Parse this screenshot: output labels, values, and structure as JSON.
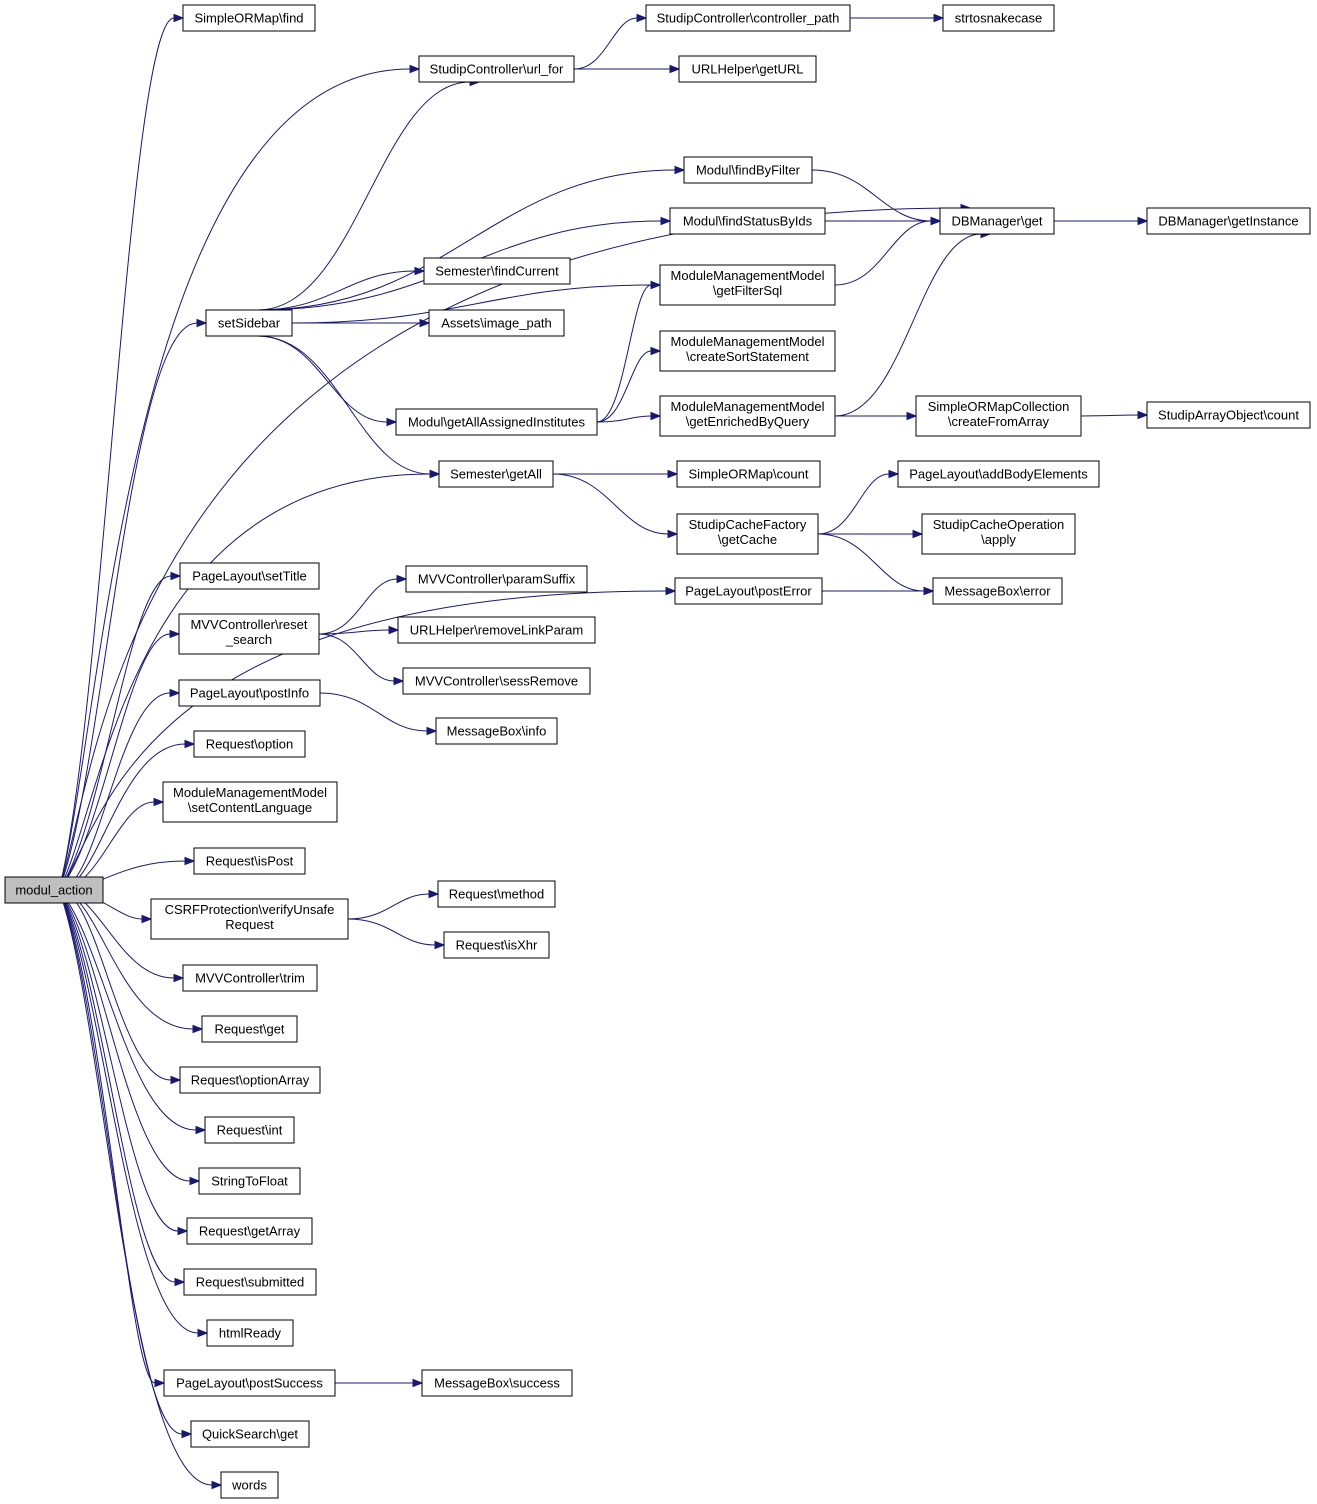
{
  "root": "modul_action",
  "nodes": [
    {
      "id": "modul_action",
      "lines": [
        "modul_action"
      ]
    },
    {
      "id": "find",
      "lines": [
        "SimpleORMap\\find"
      ]
    },
    {
      "id": "url_for",
      "lines": [
        "StudipController\\url_for"
      ]
    },
    {
      "id": "controller_path",
      "lines": [
        "StudipController\\controller_path"
      ]
    },
    {
      "id": "strtosnakecase",
      "lines": [
        "strtosnakecase"
      ]
    },
    {
      "id": "getURL",
      "lines": [
        "URLHelper\\getURL"
      ]
    },
    {
      "id": "findByFilter",
      "lines": [
        "Modul\\findByFilter"
      ]
    },
    {
      "id": "findStatusByIds",
      "lines": [
        "Modul\\findStatusByIds"
      ]
    },
    {
      "id": "dbget",
      "lines": [
        "DBManager\\get"
      ]
    },
    {
      "id": "getInstance",
      "lines": [
        "DBManager\\getInstance"
      ]
    },
    {
      "id": "findCurrent",
      "lines": [
        "Semester\\findCurrent"
      ]
    },
    {
      "id": "getFilterSql",
      "lines": [
        "ModuleManagementModel",
        "\\getFilterSql"
      ]
    },
    {
      "id": "setSidebar",
      "lines": [
        "setSidebar"
      ]
    },
    {
      "id": "image_path",
      "lines": [
        "Assets\\image_path"
      ]
    },
    {
      "id": "createSortStatement",
      "lines": [
        "ModuleManagementModel",
        "\\createSortStatement"
      ]
    },
    {
      "id": "getAllAssignedInstitutes",
      "lines": [
        "Modul\\getAllAssignedInstitutes"
      ]
    },
    {
      "id": "getEnrichedByQuery",
      "lines": [
        "ModuleManagementModel",
        "\\getEnrichedByQuery"
      ]
    },
    {
      "id": "createFromArray",
      "lines": [
        "SimpleORMapCollection",
        "\\createFromArray"
      ]
    },
    {
      "id": "sao_count",
      "lines": [
        "StudipArrayObject\\count"
      ]
    },
    {
      "id": "semGetAll",
      "lines": [
        "Semester\\getAll"
      ]
    },
    {
      "id": "som_count",
      "lines": [
        "SimpleORMap\\count"
      ]
    },
    {
      "id": "addBodyElements",
      "lines": [
        "PageLayout\\addBodyElements"
      ]
    },
    {
      "id": "getCache",
      "lines": [
        "StudipCacheFactory",
        "\\getCache"
      ]
    },
    {
      "id": "apply",
      "lines": [
        "StudipCacheOperation",
        "\\apply"
      ]
    },
    {
      "id": "postError",
      "lines": [
        "PageLayout\\postError"
      ]
    },
    {
      "id": "mb_error",
      "lines": [
        "MessageBox\\error"
      ]
    },
    {
      "id": "setTitle",
      "lines": [
        "PageLayout\\setTitle"
      ]
    },
    {
      "id": "reset_search",
      "lines": [
        "MVVController\\reset",
        "_search"
      ]
    },
    {
      "id": "paramSuffix",
      "lines": [
        "MVVController\\paramSuffix"
      ]
    },
    {
      "id": "removeLinkParam",
      "lines": [
        "URLHelper\\removeLinkParam"
      ]
    },
    {
      "id": "sessRemove",
      "lines": [
        "MVVController\\sessRemove"
      ]
    },
    {
      "id": "postInfo",
      "lines": [
        "PageLayout\\postInfo"
      ]
    },
    {
      "id": "mb_info",
      "lines": [
        "MessageBox\\info"
      ]
    },
    {
      "id": "option",
      "lines": [
        "Request\\option"
      ]
    },
    {
      "id": "setContentLanguage",
      "lines": [
        "ModuleManagementModel",
        "\\setContentLanguage"
      ]
    },
    {
      "id": "isPost",
      "lines": [
        "Request\\isPost"
      ]
    },
    {
      "id": "verifyUnsafeRequest",
      "lines": [
        "CSRFProtection\\verifyUnsafe",
        "Request"
      ]
    },
    {
      "id": "method",
      "lines": [
        "Request\\method"
      ]
    },
    {
      "id": "isXhr",
      "lines": [
        "Request\\isXhr"
      ]
    },
    {
      "id": "trim",
      "lines": [
        "MVVController\\trim"
      ]
    },
    {
      "id": "req_get",
      "lines": [
        "Request\\get"
      ]
    },
    {
      "id": "optionArray",
      "lines": [
        "Request\\optionArray"
      ]
    },
    {
      "id": "req_int",
      "lines": [
        "Request\\int"
      ]
    },
    {
      "id": "StringToFloat",
      "lines": [
        "StringToFloat"
      ]
    },
    {
      "id": "getArray",
      "lines": [
        "Request\\getArray"
      ]
    },
    {
      "id": "submitted",
      "lines": [
        "Request\\submitted"
      ]
    },
    {
      "id": "htmlReady",
      "lines": [
        "htmlReady"
      ]
    },
    {
      "id": "postSuccess",
      "lines": [
        "PageLayout\\postSuccess"
      ]
    },
    {
      "id": "mb_success",
      "lines": [
        "MessageBox\\success"
      ]
    },
    {
      "id": "qs_get",
      "lines": [
        "QuickSearch\\get"
      ]
    },
    {
      "id": "words",
      "lines": [
        "words"
      ]
    }
  ],
  "edges": [
    [
      "modul_action",
      "find"
    ],
    [
      "modul_action",
      "url_for"
    ],
    [
      "modul_action",
      "dbget"
    ],
    [
      "modul_action",
      "setSidebar"
    ],
    [
      "modul_action",
      "semGetAll"
    ],
    [
      "modul_action",
      "postError"
    ],
    [
      "modul_action",
      "setTitle"
    ],
    [
      "modul_action",
      "reset_search"
    ],
    [
      "modul_action",
      "postInfo"
    ],
    [
      "modul_action",
      "option"
    ],
    [
      "modul_action",
      "setContentLanguage"
    ],
    [
      "modul_action",
      "isPost"
    ],
    [
      "modul_action",
      "verifyUnsafeRequest"
    ],
    [
      "modul_action",
      "trim"
    ],
    [
      "modul_action",
      "req_get"
    ],
    [
      "modul_action",
      "optionArray"
    ],
    [
      "modul_action",
      "req_int"
    ],
    [
      "modul_action",
      "StringToFloat"
    ],
    [
      "modul_action",
      "getArray"
    ],
    [
      "modul_action",
      "submitted"
    ],
    [
      "modul_action",
      "htmlReady"
    ],
    [
      "modul_action",
      "postSuccess"
    ],
    [
      "modul_action",
      "qs_get"
    ],
    [
      "modul_action",
      "words"
    ],
    [
      "url_for",
      "controller_path"
    ],
    [
      "url_for",
      "getURL"
    ],
    [
      "controller_path",
      "strtosnakecase"
    ],
    [
      "setSidebar",
      "url_for"
    ],
    [
      "setSidebar",
      "findByFilter"
    ],
    [
      "setSidebar",
      "findStatusByIds"
    ],
    [
      "setSidebar",
      "findCurrent"
    ],
    [
      "setSidebar",
      "image_path"
    ],
    [
      "setSidebar",
      "getFilterSql"
    ],
    [
      "setSidebar",
      "getAllAssignedInstitutes"
    ],
    [
      "setSidebar",
      "semGetAll"
    ],
    [
      "findByFilter",
      "dbget"
    ],
    [
      "findStatusByIds",
      "dbget"
    ],
    [
      "getFilterSql",
      "dbget"
    ],
    [
      "getEnrichedByQuery",
      "dbget"
    ],
    [
      "dbget",
      "getInstance"
    ],
    [
      "getAllAssignedInstitutes",
      "getFilterSql"
    ],
    [
      "getAllAssignedInstitutes",
      "createSortStatement"
    ],
    [
      "getAllAssignedInstitutes",
      "getEnrichedByQuery"
    ],
    [
      "getEnrichedByQuery",
      "createFromArray"
    ],
    [
      "createFromArray",
      "sao_count"
    ],
    [
      "semGetAll",
      "som_count"
    ],
    [
      "semGetAll",
      "getCache"
    ],
    [
      "getCache",
      "addBodyElements"
    ],
    [
      "getCache",
      "apply"
    ],
    [
      "getCache",
      "mb_error"
    ],
    [
      "postError",
      "mb_error"
    ],
    [
      "reset_search",
      "paramSuffix"
    ],
    [
      "reset_search",
      "removeLinkParam"
    ],
    [
      "reset_search",
      "sessRemove"
    ],
    [
      "postInfo",
      "mb_info"
    ],
    [
      "verifyUnsafeRequest",
      "method"
    ],
    [
      "verifyUnsafeRequest",
      "isXhr"
    ],
    [
      "postSuccess",
      "mb_success"
    ]
  ],
  "colors": {
    "edge": "#191970",
    "root_fill": "#bfbfbf",
    "node_fill": "#ffffff",
    "node_stroke": "#000000",
    "background": "#ffffff"
  }
}
